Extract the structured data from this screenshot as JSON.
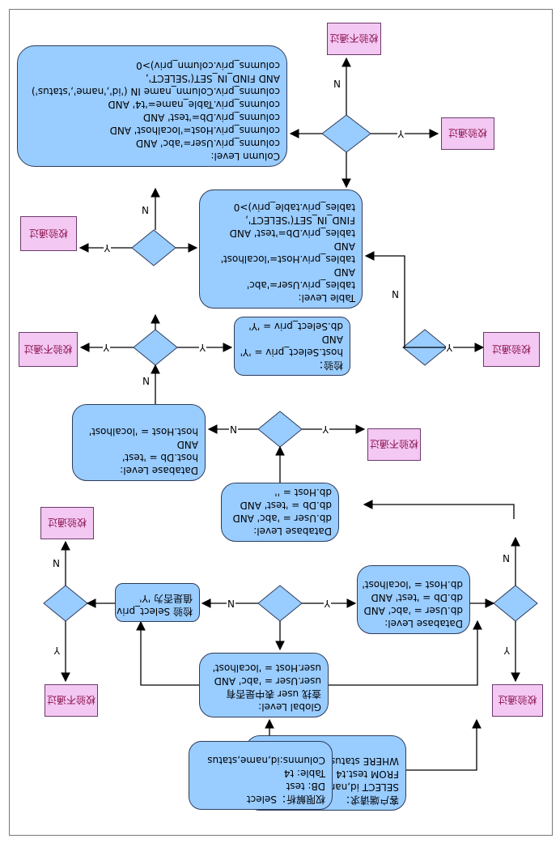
{
  "labels": {
    "accept": "校验通过",
    "reject": "校验不通过",
    "yes": "Y",
    "no": "N"
  },
  "sql": {
    "title": "客户端请求：",
    "lines": [
      "SELECT id,name",
      "FROM test.t4",
      "WHERE status = 'deleted'"
    ]
  },
  "parse": {
    "lines": [
      "权限解析：Select",
      "DB:        test",
      "Table:     t4",
      "Columns:id,name,status"
    ]
  },
  "global_level": {
    "lines": [
      "Global Level:",
      "查找 user 表中是否有",
      "user.User = 'abc'  AND",
      "user.Host = 'localhost'"
    ]
  },
  "db_level_1": {
    "lines": [
      "Database Level:",
      "db.User = 'abc'  AND",
      "db.Db = 'test' AND",
      "db.Host = 'localhost'"
    ]
  },
  "check_select": {
    "lines": [
      "检验 Select_priv",
      "值是否为 'Y'"
    ]
  },
  "db_level_2": {
    "lines": [
      "Database Level:",
      "db.User = 'abc'  AND",
      "db.Db = 'test' AND",
      "db.Host = ''"
    ]
  },
  "host_db": {
    "lines": [
      "Database Level:",
      "host.Db = 'test'",
      "  AND",
      "host.Host = 'localhost'"
    ]
  },
  "verify": {
    "lines": [
      "检验：",
      "host.Select_priv = 'Y'",
      "  AND",
      "db.Select_priv = 'Y'"
    ]
  },
  "table_level": {
    "lines": [
      "Table Level:",
      "tables_priv.User='abc'",
      "  AND",
      "tables_priv.Host='localhost'",
      "  AND",
      "tables_priv.Db='test' AND",
      "  FIND_IN_SET('SELECT',",
      "tables_priv.table_priv)>0"
    ]
  },
  "column_level": {
    "lines": [
      "Column Level:",
      "columns_priv.User='abc' AND",
      "columns_priv.Host='localhost' AND",
      "columns_priv.Db='test' AND",
      "columns_priv.Table_name='t4' AND",
      "columns_priv.Column_name IN ('id','name','status')",
      "AND FIND_IN_SET('SELECT',",
      "columns_priv.column_priv)>0"
    ]
  }
}
